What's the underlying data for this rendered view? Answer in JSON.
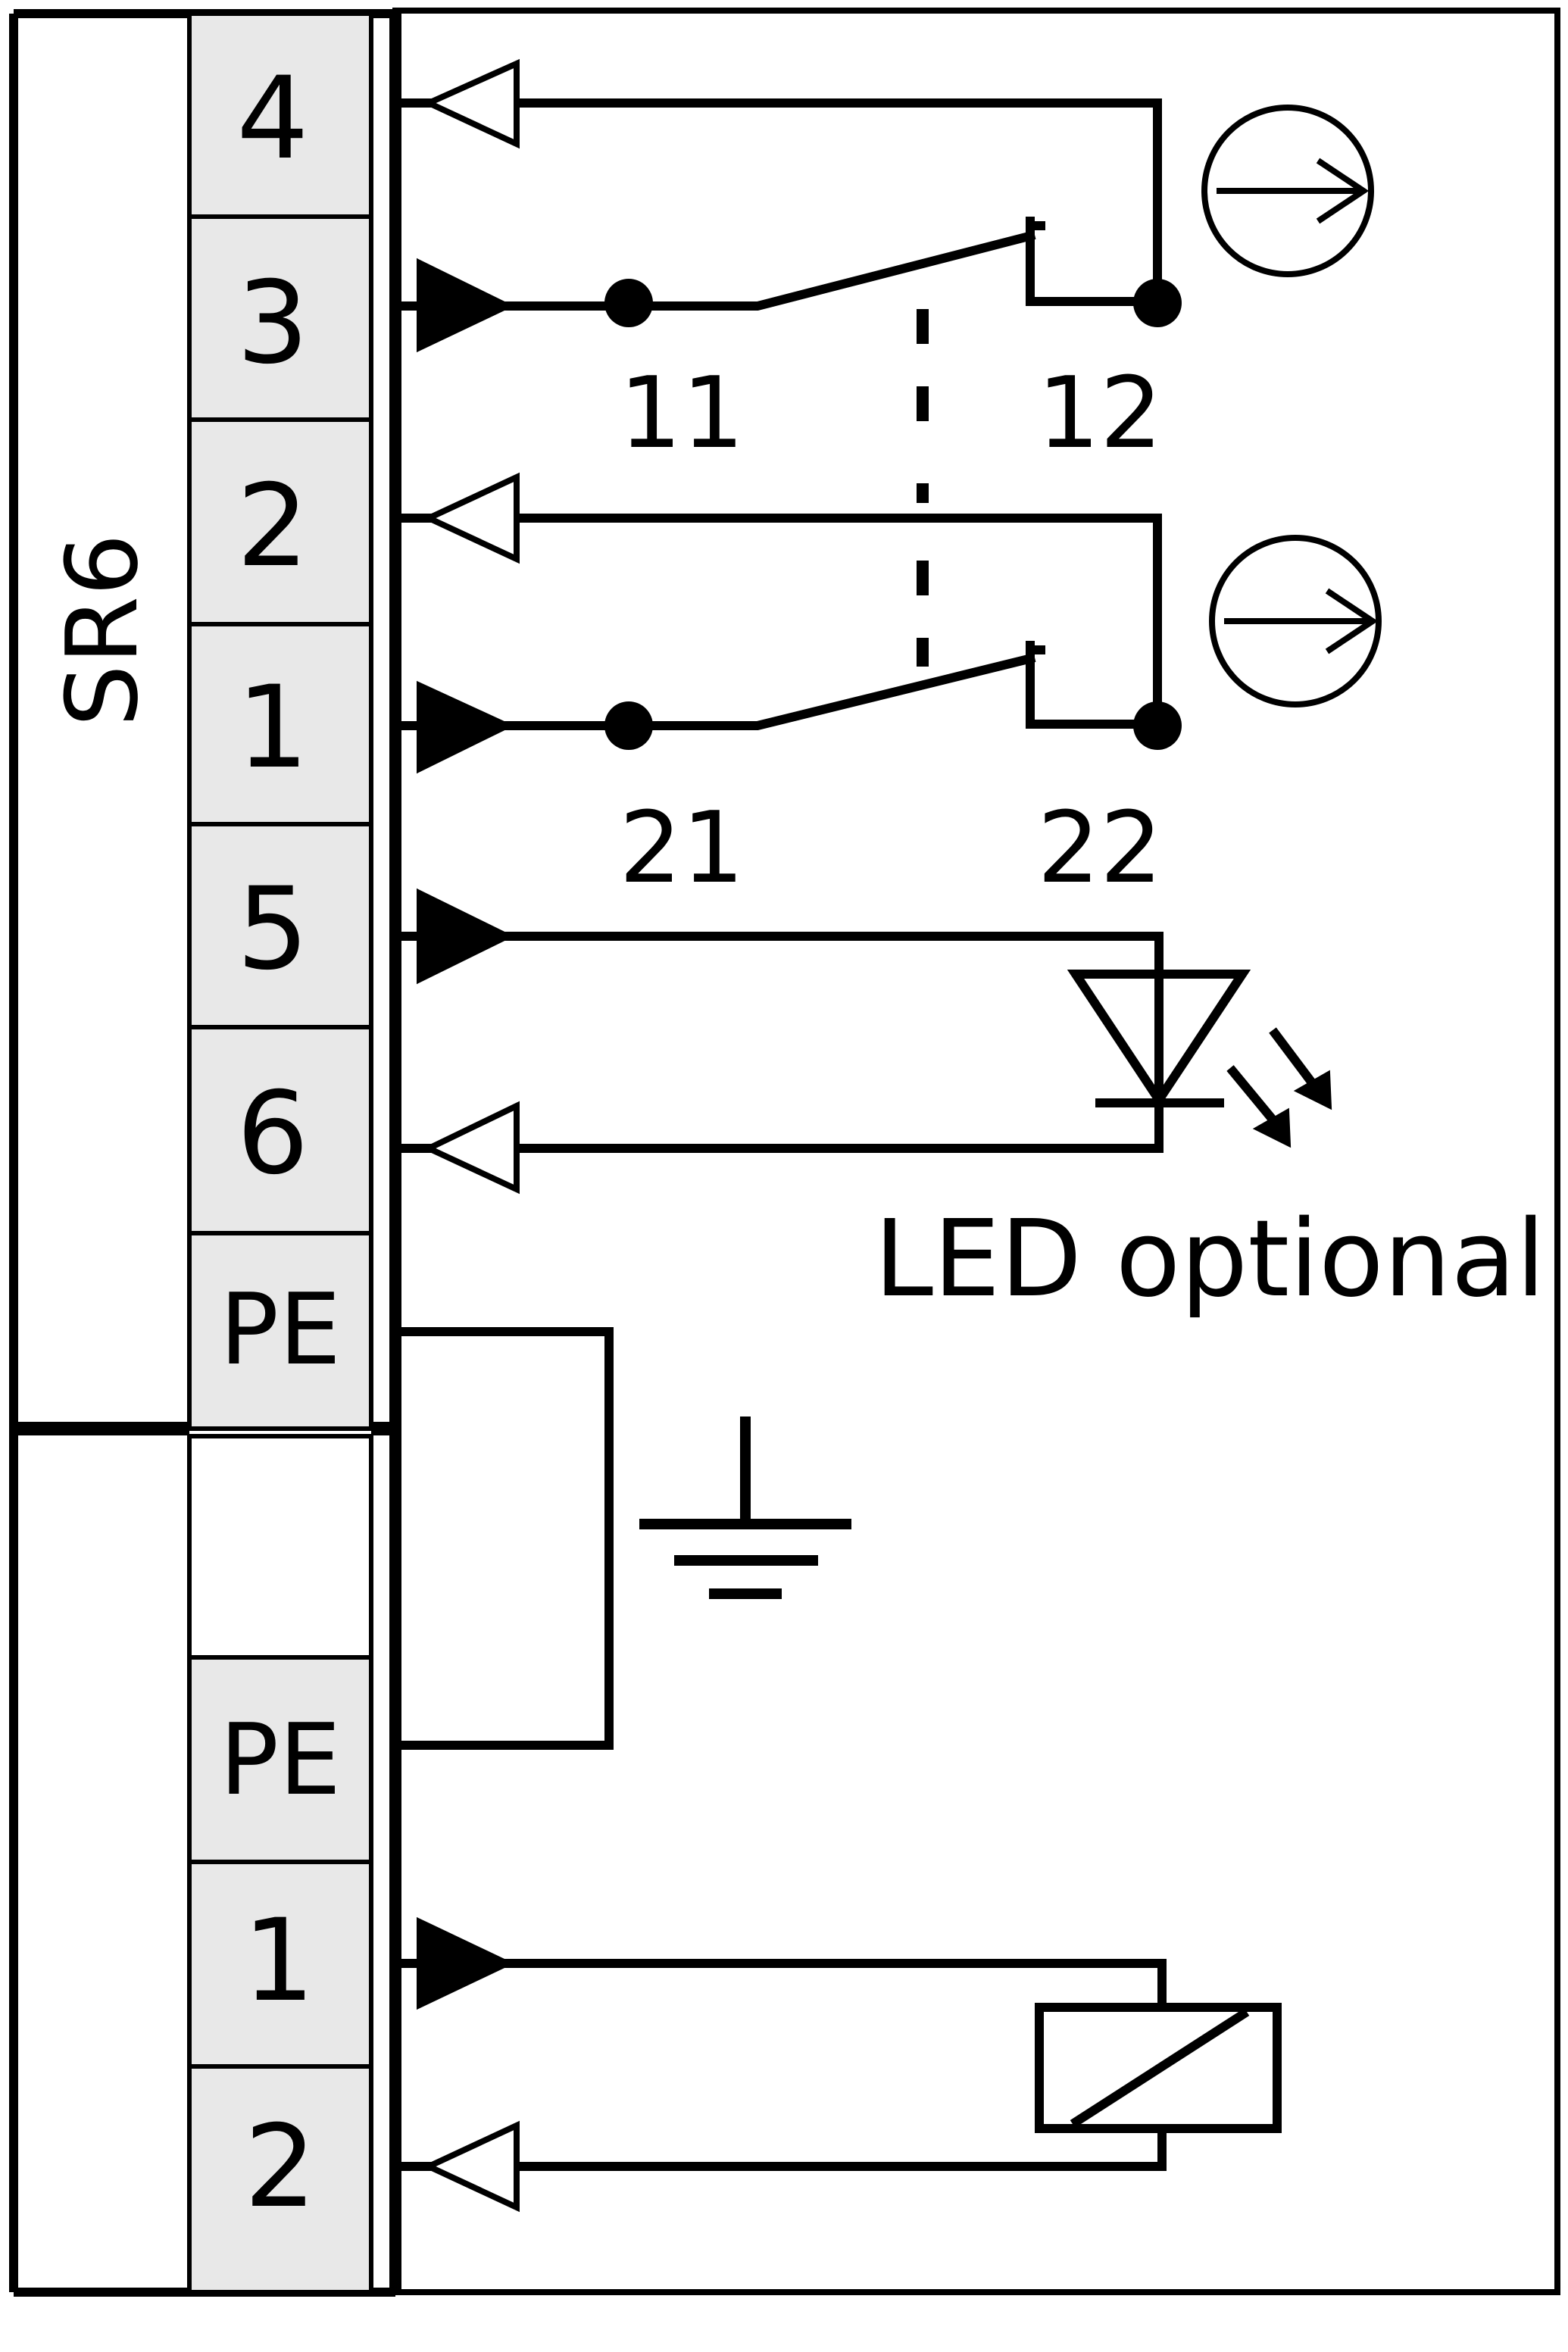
{
  "device_label": "SR6",
  "terminals_top": [
    "4",
    "3",
    "2",
    "1",
    "5",
    "6",
    "PE"
  ],
  "terminals_bottom": [
    "",
    "PE",
    "1",
    "2"
  ],
  "contacts": {
    "c1_common": "11",
    "c1_nc": "12",
    "c2_common": "21",
    "c2_nc": "22"
  },
  "led_note": "LED optional",
  "icons": [
    "arrow-in-icon",
    "arrow-out-icon",
    "switch-contact-icon",
    "direction-circle-icon",
    "led-diode-icon",
    "ground-icon",
    "relay-coil-icon"
  ]
}
